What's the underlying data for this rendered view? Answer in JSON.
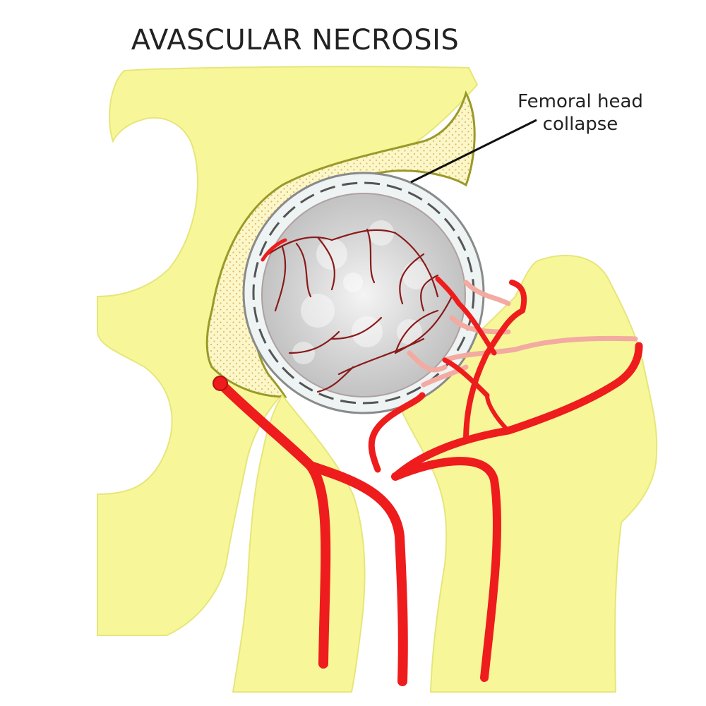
{
  "title": "AVASCULAR NECROSIS",
  "annotation": {
    "line1": "Femoral head",
    "line2": "collapse"
  },
  "colors": {
    "bone": "#f7f79a",
    "bone_outline": "#9a9a2a",
    "artery": "#ee1c1c",
    "artery_faded": "#f3aaa0",
    "vessel_dark": "#8a1a1a",
    "femoral_head": "#cfcfcf",
    "cartilage": "#eef3f3",
    "leader_line": "#111111"
  }
}
